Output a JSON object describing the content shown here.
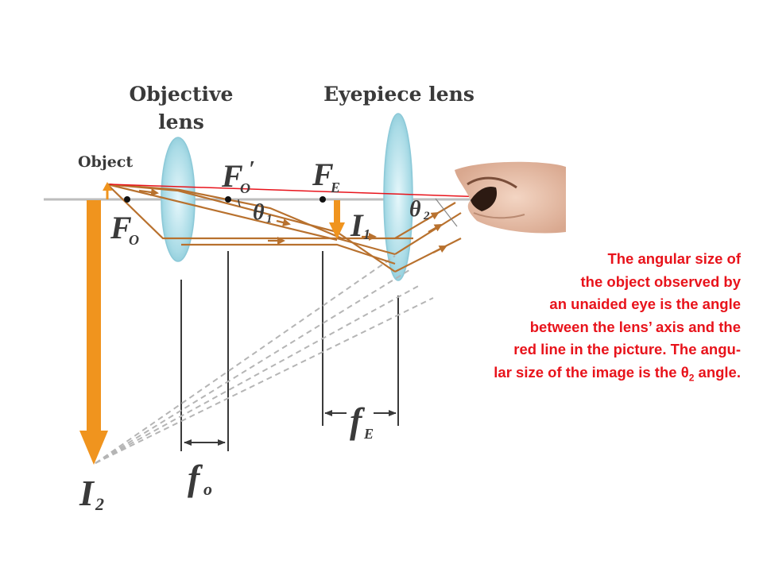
{
  "labels": {
    "objective_line1": "Objective",
    "objective_line2": "lens",
    "eyepiece": "Eyepiece lens",
    "object": "Object",
    "fo_prime_letter": "F",
    "fo_prime_sub": "O",
    "fo_prime_mark": "′",
    "fe_letter": "F",
    "fe_sub": "E",
    "fo_letter": "F",
    "fo_sub": "O",
    "theta1_letter": "θ",
    "theta1_sub": "1",
    "theta2_letter": "θ",
    "theta2_sub": "2",
    "i1_letter": "I",
    "i1_sub": "1",
    "i2_letter": "I",
    "i2_sub": "2",
    "f_o_letter": "f",
    "f_o_sub": "o",
    "f_e_letter": "f",
    "f_e_sub": "E"
  },
  "caption": {
    "line1": "The angular size of",
    "line2": "the object observed by",
    "line3": "an unaided eye is the angle",
    "line4": "between the lens’ axis and the",
    "line5": "red line in the picture. The angu-",
    "line6_pre": "lar size of the image is the θ",
    "line6_sub": "2",
    "line6_post": " angle."
  },
  "colors": {
    "ray": "#b8712e",
    "arrow": "#f0941e",
    "red_line": "#e8131b",
    "lens": "#a9dbe6",
    "axis": "#bdbdbd",
    "text": "#3a3a3a",
    "skin": "#e6bfa8"
  }
}
